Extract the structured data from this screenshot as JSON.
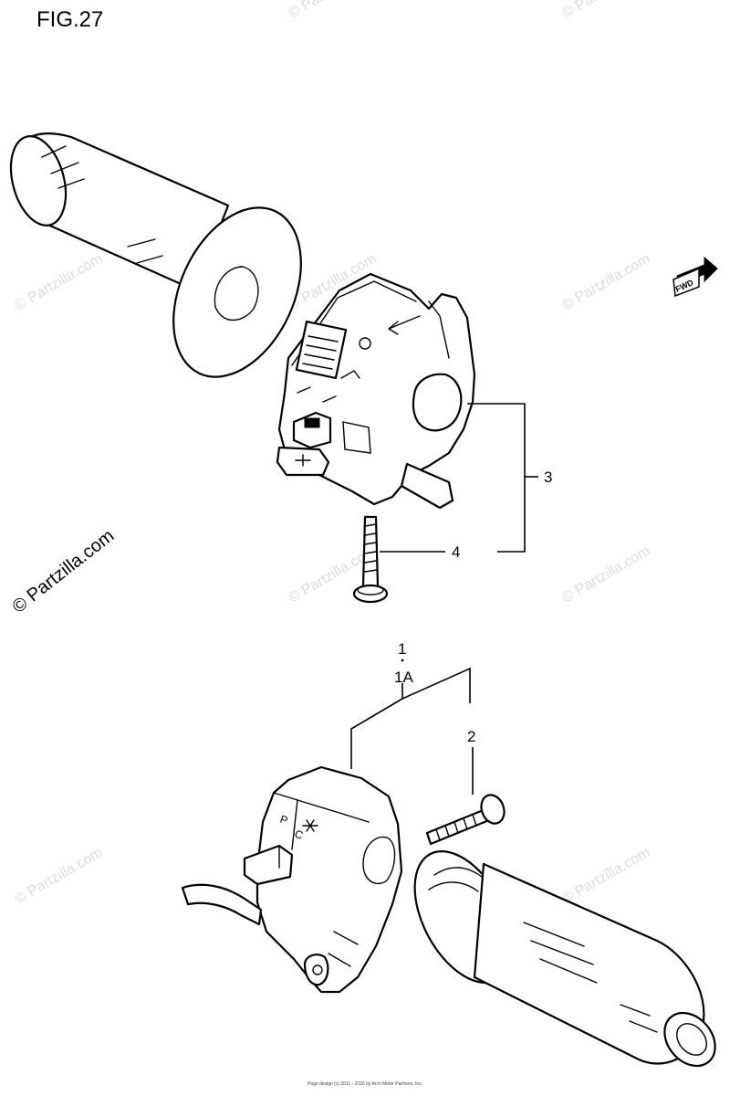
{
  "figure": {
    "title": "FIG.27"
  },
  "direction_indicator": {
    "label": "FWD",
    "icon": "forward-arrow-icon"
  },
  "watermark": {
    "text": "© Partzilla.com"
  },
  "callouts": {
    "part_1": "1",
    "part_1a": "1A",
    "part_2": "2",
    "part_3": "3",
    "part_4": "4"
  },
  "footer": {
    "line1": "",
    "line2": "Page design (c) 2011 - 2016 by Arch Motor Partners, Inc."
  },
  "colors": {
    "line": "#000000",
    "watermark": "#dcdcdc",
    "background": "#ffffff"
  }
}
